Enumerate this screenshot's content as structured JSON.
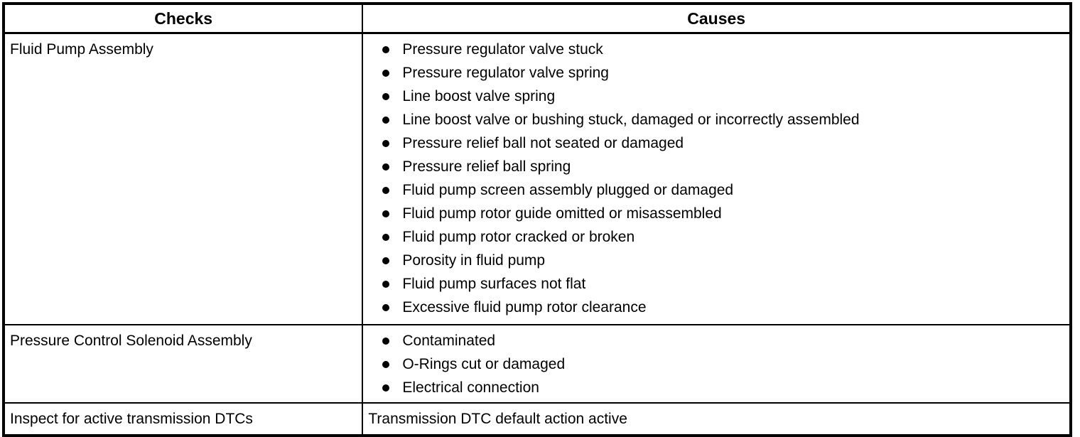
{
  "colors": {
    "border": "#000000",
    "background": "#ffffff",
    "text": "#000000"
  },
  "table": {
    "headers": [
      "Checks",
      "Causes"
    ],
    "rows": [
      {
        "check": "Fluid Pump Assembly",
        "bulleted": true,
        "size": "tall",
        "causes": [
          "Pressure regulator valve stuck",
          "Pressure regulator valve spring",
          "Line boost valve spring",
          "Line boost valve or bushing stuck, damaged or incorrectly assembled",
          "Pressure relief ball not seated or damaged",
          "Pressure relief ball spring",
          "Fluid pump screen assembly plugged or damaged",
          "Fluid pump rotor guide omitted or misassembled",
          "Fluid pump rotor cracked or broken",
          "Porosity in fluid pump",
          "Fluid pump surfaces not flat",
          "Excessive fluid pump rotor clearance"
        ]
      },
      {
        "check": "Pressure Control Solenoid Assembly",
        "bulleted": true,
        "size": "mid",
        "causes": [
          "Contaminated",
          "O-Rings cut or damaged",
          "Electrical connection"
        ]
      },
      {
        "check": "Inspect for active transmission DTCs",
        "bulleted": false,
        "size": "short",
        "causes": [
          "Transmission DTC default action active"
        ]
      }
    ]
  }
}
